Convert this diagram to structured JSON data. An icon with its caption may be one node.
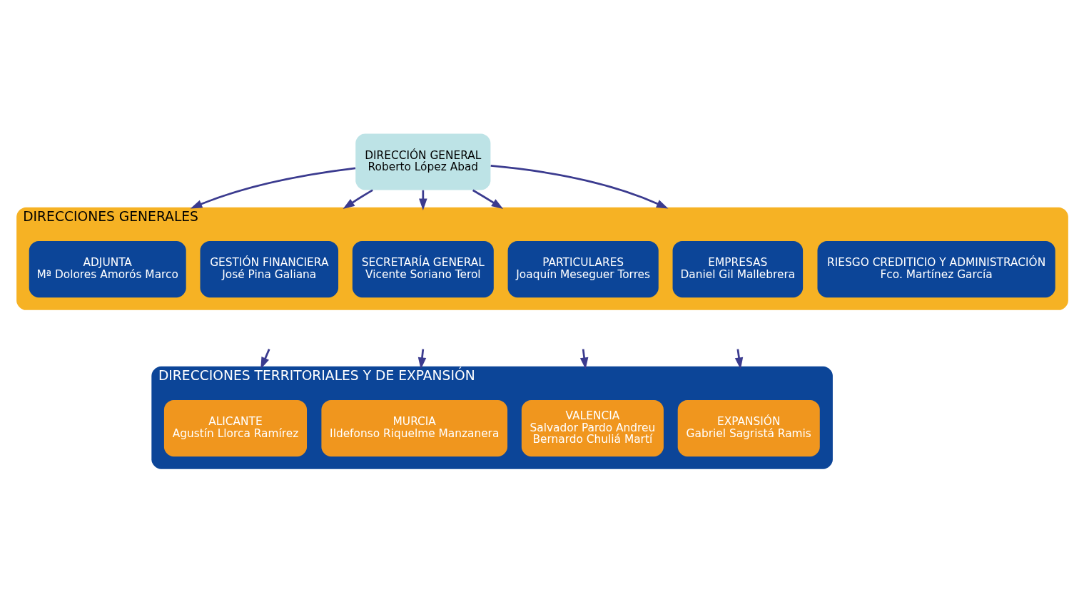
{
  "diagram": {
    "nodes": [
      {
        "text": [
          "DIRECCIÓN GENERAL",
          "Roberto López Abad"
        ]
      },
      {
        "text": [
          "DIRECCIONES GENERALES"
        ]
      },
      {
        "text": [
          "ADJUNTA",
          "Mª Dolores Amorós Marco"
        ],
        "in": 1
      },
      {
        "text": [
          "GESTIÓN FINANCIERA",
          "José Pina Galiana"
        ],
        "in": 1
      },
      {
        "text": [
          "SECRETARÍA GENERAL",
          "Vicente Soriano Terol"
        ],
        "in": 1
      },
      {
        "text": [
          "PARTICULARES",
          "Joaquín Meseguer Torres"
        ],
        "in": 1
      },
      {
        "text": [
          "EMPRESAS",
          "Daniel Gil Mallebrera"
        ],
        "in": 1
      },
      {
        "text": [
          "RIESGO CREDITICIO Y ADMINISTRACIÓN",
          "Fco. Martínez García"
        ],
        "in": 1
      },
      {
        "text": [
          "DIRECCIONES TERRITORIALES Y DE EXPANSIÓN"
        ]
      },
      {
        "text": [
          "ALICANTE",
          "Agustín Llorca Ramírez"
        ],
        "in": 8
      },
      {
        "text": [
          "MURCIA",
          "Ildefonso Riquelme Manzanera"
        ],
        "in": 8
      },
      {
        "text": [
          "VALENCIA",
          "Salvador Pardo Andreu",
          "Bernardo Chuliá Martí"
        ],
        "in": 8
      },
      {
        "text": [
          "EXPANSIÓN",
          "Gabriel Sagristá Ramis"
        ],
        "in": 8
      }
    ],
    "edges": [
      {
        "from": 0,
        "to": 1,
        "arrow": "to"
      },
      {
        "from": 0,
        "to": 1,
        "arrow": "to"
      },
      {
        "from": 0,
        "to": 1,
        "arrow": "to"
      },
      {
        "from": 0,
        "to": 1,
        "arrow": "to"
      },
      {
        "from": 0,
        "to": 1,
        "arrow": "to"
      },
      {
        "from": null,
        "to": 8,
        "arrow": "to"
      },
      {
        "from": null,
        "to": 8,
        "arrow": "to"
      },
      {
        "from": null,
        "to": 8,
        "arrow": "to"
      },
      {
        "from": null,
        "to": 8,
        "arrow": "to"
      }
    ]
  }
}
